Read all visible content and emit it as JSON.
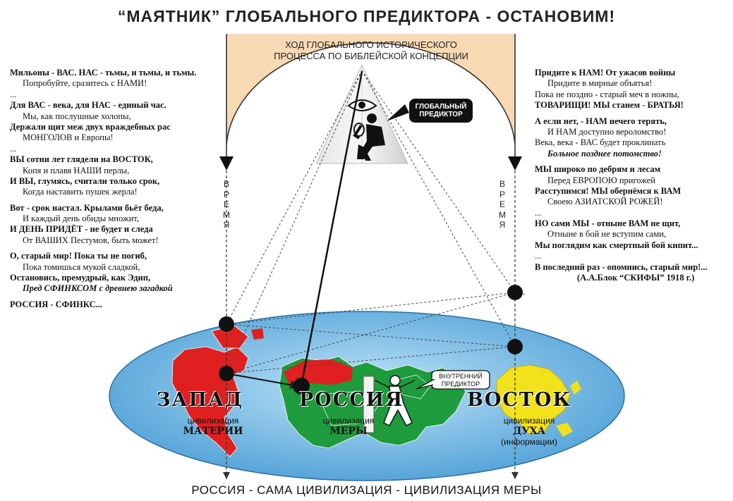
{
  "title": "“МАЯТНИК” ГЛОБАЛЬНОГО ПРЕДИКТОРА - ОСТАНОВИМ!",
  "process_label": [
    "ХОД ГЛОБАЛЬНОГО ИСТОРИЧЕСКОГО",
    "ПРОЦЕССА ПО БИБЛЕЙСКОЙ КОНЦЕПЦИИ"
  ],
  "global_predictor": [
    "ГЛОБАЛЬНЫЙ",
    "ПРЕДИКТОР"
  ],
  "internal_predictor": [
    "ВНУТРЕННИЙ",
    "ПРЕДИКТОР"
  ],
  "time_label": [
    "В",
    "Р",
    "Е",
    "М",
    "Я"
  ],
  "regions": {
    "west": {
      "big": "ЗАПАД",
      "civ": "цивилизация",
      "name": "МАТЕРИИ"
    },
    "russia": {
      "big": "РОССИЯ",
      "civ": "цивилизация",
      "name": "МЕРЫ"
    },
    "east": {
      "big": "ВОСТОК",
      "civ": "цивилизация",
      "name": "ДУХА",
      "note": "(информации)"
    }
  },
  "caption": "РОССИЯ - САМА ЦИВИЛИЗАЦИЯ - ЦИВИЛИЗАЦИЯ МЕРЫ",
  "left_poem": [
    {
      "t": "Мильоны - ВАС. НАС - тьмы, и тьмы, и тьмы.",
      "s": "b"
    },
    {
      "t": "Попробуйте, сразитесь с НАМИ!",
      "s": "i"
    },
    {
      "t": "...",
      "s": "n"
    },
    {
      "t": "Для ВАС - века, для НАС - единый час.",
      "s": "b"
    },
    {
      "t": "Мы, как послушные холопы,",
      "s": "i"
    },
    {
      "t": "Держали щит меж двух враждебных рас",
      "s": "b"
    },
    {
      "t": "МОНГОЛОВ и Европы!",
      "s": "i"
    },
    {
      "t": "...",
      "s": "n"
    },
    {
      "t": "ВЫ сотни лет глядели на ВОСТОК,",
      "s": "b"
    },
    {
      "t": "Копя и плавя НАШИ перлы,",
      "s": "i"
    },
    {
      "t": "И ВЫ, глумясь, считали только срок,",
      "s": "b"
    },
    {
      "t": "Когда наставить пушек жерла!",
      "s": "i"
    },
    {
      "t": "",
      "s": "g"
    },
    {
      "t": "Вот - срок настал. Крылами бьёт беда,",
      "s": "b"
    },
    {
      "t": "И каждый день обиды множит,",
      "s": "i"
    },
    {
      "t": "И ДЕНЬ ПРИДЁТ - не будет и следа",
      "s": "b"
    },
    {
      "t": "От ВАШИХ Пестумов, быть может!",
      "s": "i"
    },
    {
      "t": "",
      "s": "g"
    },
    {
      "t": "О, старый мир! Пока ты не погиб,",
      "s": "b"
    },
    {
      "t": "Пока томишься мукой сладкой,",
      "s": "i"
    },
    {
      "t": "Остановись, премудрый, как Эдип,",
      "s": "b"
    },
    {
      "t": "Пред СФИНКСОМ с древнею загадкой",
      "s": "ib"
    },
    {
      "t": "",
      "s": "g"
    },
    {
      "t": "РОССИЯ - СФИНКС...",
      "s": "b"
    }
  ],
  "right_poem": [
    {
      "t": "Придите к НАМ! От ужасов войны",
      "s": "b"
    },
    {
      "t": "Придите в мирные объятья!",
      "s": "i"
    },
    {
      "t": "Пока не поздно - старый меч в ножны,",
      "s": "n"
    },
    {
      "t": "ТОВАРИЩИ! МЫ станем - БРАТЬЯ!",
      "s": "b"
    },
    {
      "t": "",
      "s": "g"
    },
    {
      "t": "А если нет, - НАМ нечего терять,",
      "s": "b"
    },
    {
      "t": "И НАМ доступно вероломство!",
      "s": "i"
    },
    {
      "t": "Века, века - ВАС будет проклинать",
      "s": "n"
    },
    {
      "t": "Больное позднее потомство!",
      "s": "ib"
    },
    {
      "t": "",
      "s": "g"
    },
    {
      "t": "МЫ широко по дебрям и лесам",
      "s": "b"
    },
    {
      "t": "Перед ЕВРОПОЮ пригожей",
      "s": "i"
    },
    {
      "t": "Расступимся! МЫ обернёмся к ВАМ",
      "s": "b"
    },
    {
      "t": "Своею АЗИАТСКОЙ РОЖЕЙ!",
      "s": "i"
    },
    {
      "t": "...",
      "s": "n"
    },
    {
      "t": "НО сами МЫ - отныне ВАМ не щит,",
      "s": "b"
    },
    {
      "t": "Отныне в бой не вступим сами,",
      "s": "i"
    },
    {
      "t": "Мы поглядим как смертный бой кипит...",
      "s": "b"
    },
    {
      "t": "...",
      "s": "n"
    },
    {
      "t": "В последний раз - опомнись, старый мир!...",
      "s": "b"
    },
    {
      "t": "(А.А.Блок “СКИФЫ” 1918 г.)",
      "s": "sig"
    }
  ],
  "colors": {
    "ocean": "#5aa9dc",
    "west": "#e02020",
    "russia": "#1e9b3c",
    "east": "#f2e21a",
    "arc_panel": "#f7d9b4"
  },
  "icons": [
    "all-seeing-eye-icon",
    "pyramid-icon",
    "person-at-wheel-icon",
    "throwing-person-icon",
    "pendulum-ball-icon"
  ]
}
